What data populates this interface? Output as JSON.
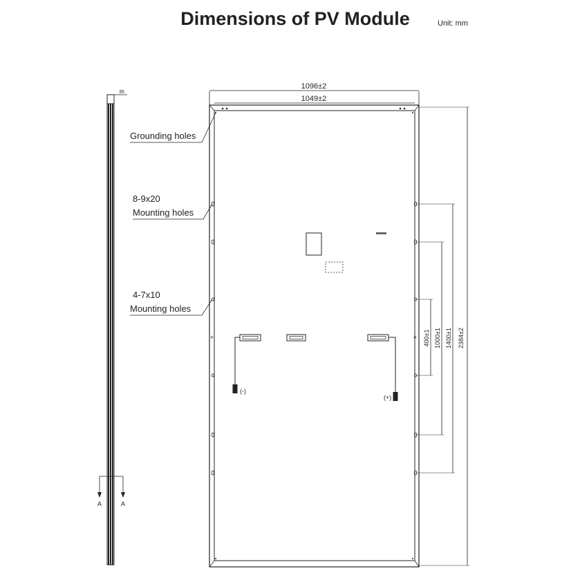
{
  "title": "Dimensions of PV Module",
  "unit": "Unit: mm",
  "side_view": {
    "thickness": "35",
    "section_left": "A",
    "section_right": "A"
  },
  "dimensions": {
    "outer_width": "1096±2",
    "inner_width": "1049±2",
    "total_length": "2384±2",
    "spacing_1400": "1400±1",
    "spacing_1000": "1000±1",
    "spacing_400": "400±1"
  },
  "labels": {
    "grounding_holes": "Grounding holes",
    "mounting_8_size": "8-9x20",
    "mounting_8_text": "Mounting holes",
    "mounting_4_size": "4-7x10",
    "mounting_4_text": "Mounting holes",
    "negative": "(-)",
    "positive": "(+)"
  },
  "colors": {
    "line": "#222222",
    "background": "#ffffff"
  }
}
